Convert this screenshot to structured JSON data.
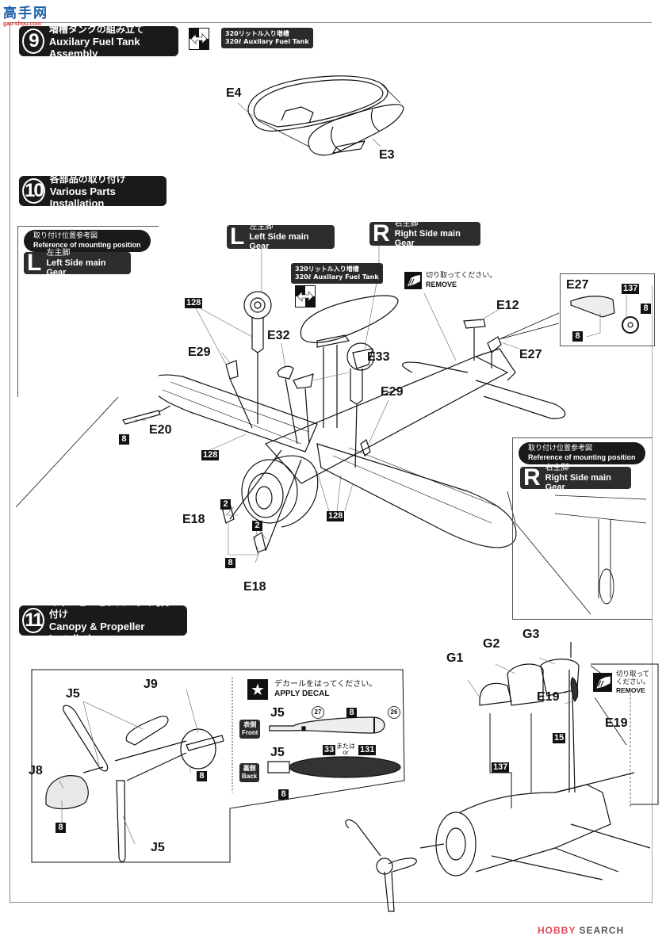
{
  "watermark_top": {
    "title": "高手网",
    "subtitle": "gao-shou.com"
  },
  "watermark_bottom": {
    "brand": "HOBBY",
    "suffix": " SEARCH"
  },
  "steps": [
    {
      "number": "9",
      "title_jp": "増槽タンクの組み立て",
      "title_en": "Auxilary Fuel Tank Assembly"
    },
    {
      "number": "10",
      "title_jp": "各部品の取り付け",
      "title_en": "Various Parts Installation"
    },
    {
      "number": "11",
      "title_jp": "キャノピーとプロペラの取り付け",
      "title_en": "Canopy & Propeller Installation"
    }
  ],
  "fuel_tank_tag": {
    "jp": "320リットル入り増槽",
    "en": "320ℓ Auxilary Fuel Tank"
  },
  "reference": {
    "jp": "取り付け位置参考図",
    "en": "Reference of mounting position"
  },
  "left_gear": {
    "letter": "L",
    "jp": "左主脚",
    "en": "Left Side main Gear"
  },
  "right_gear": {
    "letter": "R",
    "jp": "右主脚",
    "en": "Right Side main Gear"
  },
  "remove": {
    "jp": "切り取ってください。",
    "en": "REMOVE",
    "jp_line1": "切り取って",
    "jp_line2": "ください。"
  },
  "decal": {
    "jp": "デカールをはってください。",
    "en": "APPLY DECAL"
  },
  "prop_sides": {
    "front_jp": "表側",
    "front_en": "Front",
    "back_jp": "裏側",
    "back_en": "Back"
  },
  "or_text": {
    "jp": "または",
    "en": "or"
  },
  "parts": {
    "E4": "E4",
    "E3": "E3",
    "E32": "E32",
    "E29": "E29",
    "E33": "E33",
    "E20": "E20",
    "E18": "E18",
    "E12": "E12",
    "E27": "E27",
    "G1": "G1",
    "G2": "G2",
    "G3": "G3",
    "E19": "E19",
    "J5": "J5",
    "J8": "J8",
    "J9": "J9"
  },
  "colors": {
    "c128": "128",
    "c8": "8",
    "c2": "2",
    "c137": "137",
    "c15": "15",
    "c33": "33",
    "c131": "131"
  },
  "decal_numbers": {
    "d27": "27",
    "d26": "26"
  }
}
